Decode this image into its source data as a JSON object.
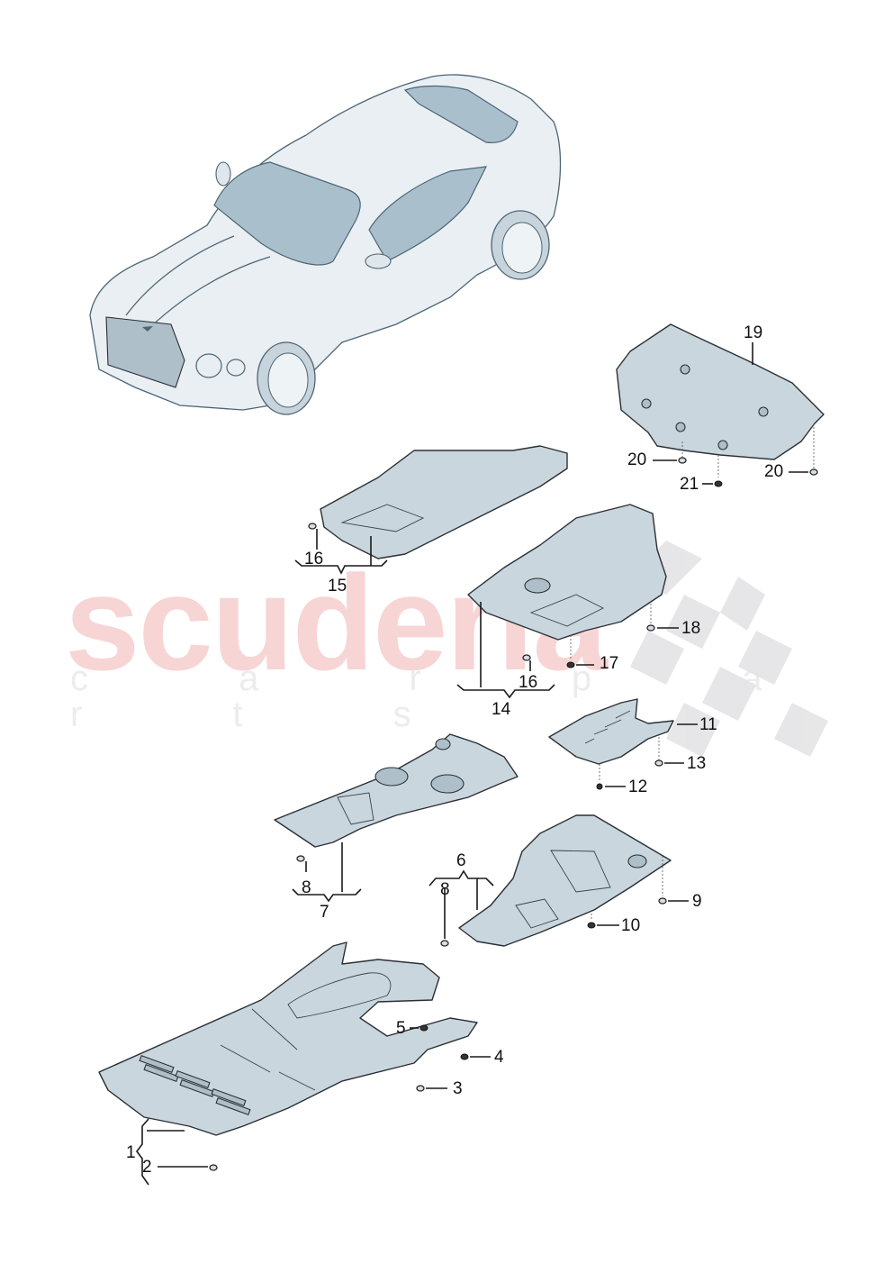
{
  "watermark": {
    "brand": "scuderia",
    "tagline": "c a r   p a r t s",
    "brand_color": "#f7d5d5",
    "tagline_color": "#ececec"
  },
  "diagram": {
    "subject": "Underbody protection panels (vehicle illustration with exploded parts)",
    "line_color": "#1a1a1a",
    "panel_fill": "#c9d6dd"
  },
  "callouts": [
    {
      "id": "c1",
      "label": "1"
    },
    {
      "id": "c2",
      "label": "2"
    },
    {
      "id": "c3",
      "label": "3"
    },
    {
      "id": "c4",
      "label": "4"
    },
    {
      "id": "c5",
      "label": "5"
    },
    {
      "id": "c6",
      "label": "6"
    },
    {
      "id": "c7",
      "label": "7"
    },
    {
      "id": "c8a",
      "label": "8"
    },
    {
      "id": "c8b",
      "label": "8"
    },
    {
      "id": "c9",
      "label": "9"
    },
    {
      "id": "c10",
      "label": "10"
    },
    {
      "id": "c11",
      "label": "11"
    },
    {
      "id": "c12",
      "label": "12"
    },
    {
      "id": "c13",
      "label": "13"
    },
    {
      "id": "c14",
      "label": "14"
    },
    {
      "id": "c15",
      "label": "15"
    },
    {
      "id": "c16a",
      "label": "16"
    },
    {
      "id": "c16b",
      "label": "16"
    },
    {
      "id": "c17",
      "label": "17"
    },
    {
      "id": "c18",
      "label": "18"
    },
    {
      "id": "c19",
      "label": "19"
    },
    {
      "id": "c20a",
      "label": "20"
    },
    {
      "id": "c20b",
      "label": "20"
    },
    {
      "id": "c21",
      "label": "21"
    }
  ]
}
